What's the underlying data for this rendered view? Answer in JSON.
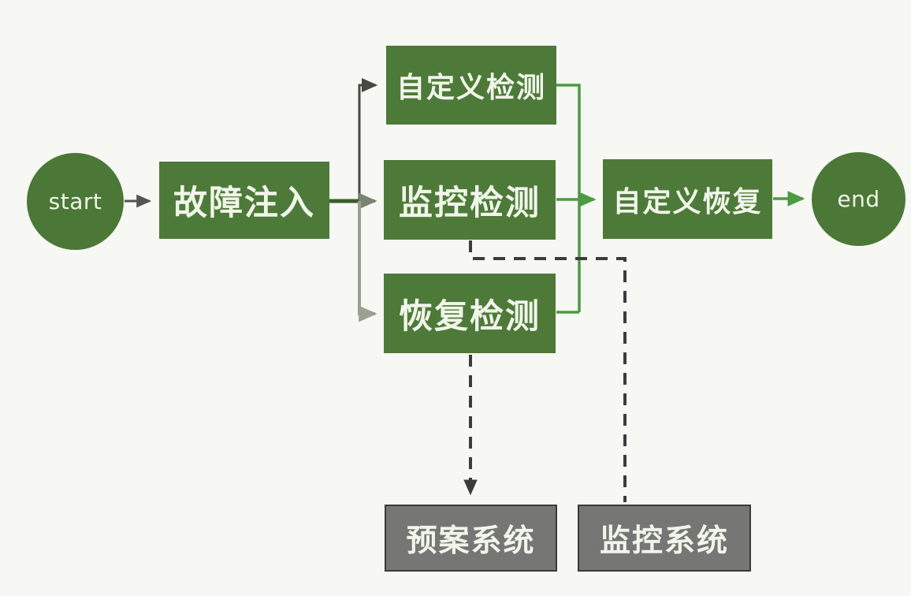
{
  "diagram": {
    "nodes": {
      "start": {
        "label": "start",
        "shape": "circle",
        "color": "#4b7836"
      },
      "fault_injection": {
        "label": "故障注入",
        "shape": "rect",
        "color": "#4d7a38"
      },
      "custom_detection": {
        "label": "自定义检测",
        "shape": "rect",
        "color": "#4d7a38"
      },
      "monitor_detection": {
        "label": "监控检测",
        "shape": "rect",
        "color": "#4d7a38"
      },
      "recovery_detection": {
        "label": "恢复检测",
        "shape": "rect",
        "color": "#4d7a38"
      },
      "custom_recovery": {
        "label": "自定义恢复",
        "shape": "rect",
        "color": "#4d7a38"
      },
      "end": {
        "label": "end",
        "shape": "circle",
        "color": "#4b7836"
      },
      "plan_system": {
        "label": "预案系统",
        "shape": "rect-gray",
        "color": "#767675"
      },
      "monitor_system": {
        "label": "监控系统",
        "shape": "rect-gray",
        "color": "#767675"
      }
    },
    "edges": [
      {
        "from": "start",
        "to": "fault_injection",
        "style": "solid",
        "color": "#545454"
      },
      {
        "from": "fault_injection",
        "to": "custom_detection",
        "style": "solid",
        "color": "#46493f"
      },
      {
        "from": "fault_injection",
        "to": "monitor_detection",
        "style": "solid",
        "color": "#798370"
      },
      {
        "from": "fault_injection",
        "to": "recovery_detection",
        "style": "solid",
        "color": "#9aa191"
      },
      {
        "from": "custom_detection",
        "to": "custom_recovery",
        "style": "solid",
        "color": "#4c9a42"
      },
      {
        "from": "monitor_detection",
        "to": "custom_recovery",
        "style": "solid",
        "color": "#4c9a42"
      },
      {
        "from": "recovery_detection",
        "to": "custom_recovery",
        "style": "solid",
        "color": "#4c9a42"
      },
      {
        "from": "custom_recovery",
        "to": "end",
        "style": "solid",
        "color": "#4c9a42"
      },
      {
        "from": "monitor_detection",
        "to": "monitor_system",
        "style": "dashed",
        "color": "#3c3c3c"
      },
      {
        "from": "recovery_detection",
        "to": "plan_system",
        "style": "dashed",
        "color": "#3c3c3c"
      }
    ],
    "colors": {
      "node_green": "#4d7a38",
      "node_gray_fill": "#767675",
      "node_gray_border": "#3a3a3a",
      "text_light": "#f1f5ea",
      "edge_green": "#4c9a42",
      "edge_dashed": "#3c3c3c",
      "background": "#f7f7f4"
    }
  }
}
